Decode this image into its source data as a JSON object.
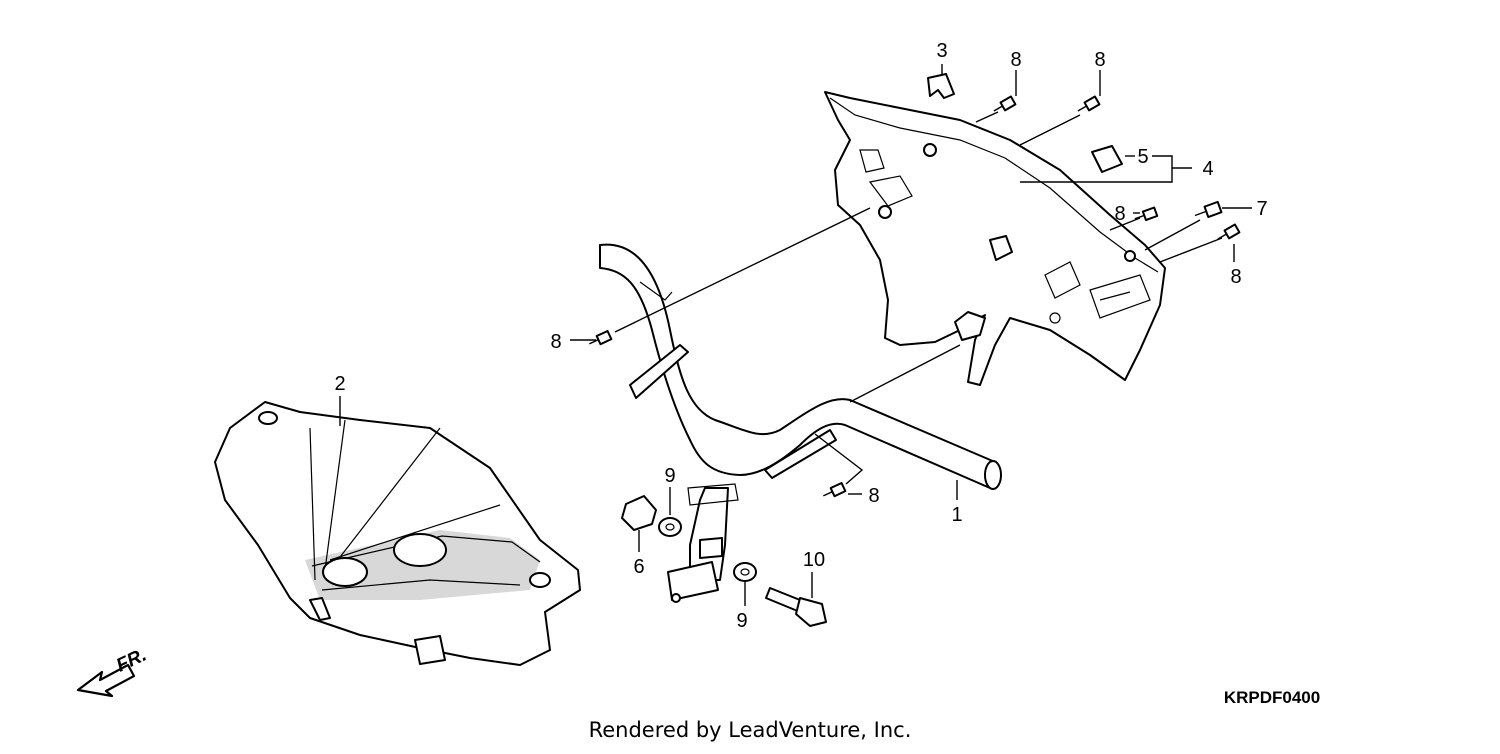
{
  "diagram": {
    "callouts": {
      "c1": "1",
      "c2": "2",
      "c3": "3",
      "c4": "4",
      "c5": "5",
      "c6": "6",
      "c7": "7",
      "c8a": "8",
      "c8b": "8",
      "c8c": "8",
      "c8d": "8",
      "c8e": "8",
      "c8f": "8",
      "c9a": "9",
      "c9b": "9",
      "c10": "10"
    },
    "direction_label": "FR.",
    "diagram_code": "KRPDF0400",
    "credit": "Rendered by LeadVenture, Inc."
  }
}
